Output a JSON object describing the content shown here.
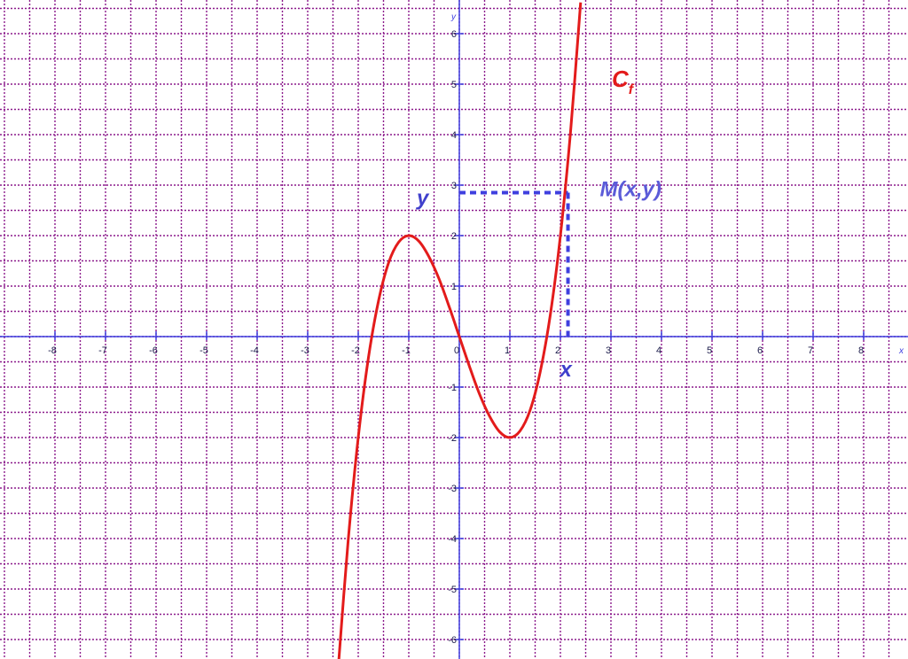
{
  "chart_data": {
    "type": "line",
    "function": "f(x) = x^3 - 3x",
    "xlim": [
      -9,
      9
    ],
    "ylim": [
      -6.5,
      6.5
    ],
    "grid": true,
    "x_tick_labels": [
      "-8",
      "-7",
      "-6",
      "-5",
      "-4",
      "-3",
      "-2",
      "-1",
      "0",
      "1",
      "2",
      "3",
      "4",
      "5",
      "6",
      "7",
      "8"
    ],
    "x_tick_values": [
      -8,
      -7,
      -6,
      -5,
      -4,
      -3,
      -2,
      -1,
      0,
      1,
      2,
      3,
      4,
      5,
      6,
      7,
      8
    ],
    "y_tick_labels": [
      "-6",
      "-5",
      "-4",
      "-3",
      "-2",
      "-1",
      "1",
      "2",
      "3",
      "4",
      "5",
      "6"
    ],
    "y_tick_values": [
      -6,
      -5,
      -4,
      -3,
      -2,
      -1,
      1,
      2,
      3,
      4,
      5,
      6
    ],
    "x_axis_name": "x",
    "y_axis_name": "y",
    "series": [
      {
        "name": "C_f",
        "x": [
          -2.4,
          -2.2,
          -2.0,
          -1.8,
          -1.6,
          -1.4,
          -1.2,
          -1.0,
          -0.8,
          -0.6,
          -0.4,
          -0.2,
          0.0,
          0.2,
          0.4,
          0.6,
          0.8,
          1.0,
          1.2,
          1.4,
          1.6,
          1.8,
          2.0,
          2.2,
          2.4
        ],
        "y": [
          -6.62,
          -4.05,
          -2.0,
          -0.43,
          0.7,
          1.46,
          1.87,
          2.0,
          1.89,
          1.58,
          1.14,
          0.59,
          0.0,
          -0.59,
          -1.14,
          -1.58,
          -1.89,
          -2.0,
          -1.87,
          -1.46,
          -0.7,
          0.43,
          2.0,
          4.05,
          6.62
        ]
      }
    ],
    "color": "#e31b1b",
    "annotations": {
      "curve_label_main": "C",
      "curve_label_sub": "f",
      "point_label": "M(x,y)",
      "y_marker": "y",
      "x_marker": "x",
      "point": {
        "x": 2.15,
        "y": 2.85
      }
    }
  }
}
